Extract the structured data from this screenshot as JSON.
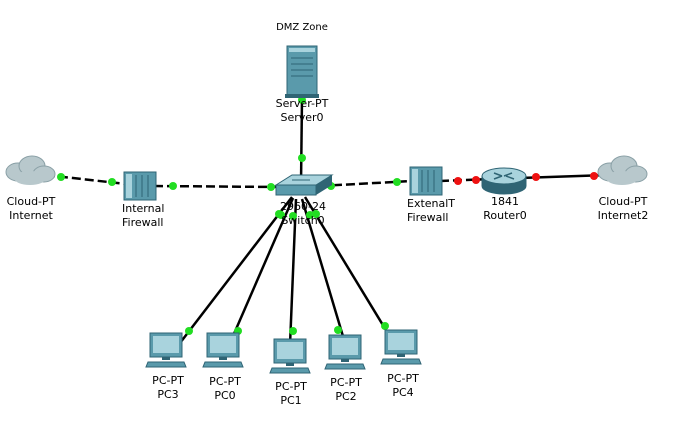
{
  "zone_label": "DMZ Zone",
  "devices": {
    "server": {
      "model": "Server-PT",
      "name": "Server0"
    },
    "cloud_left": {
      "model": "Cloud-PT",
      "name": "Internet"
    },
    "internal_firewall": {
      "model": "Internal",
      "name": "Firewall"
    },
    "switch": {
      "model": "2960-24",
      "name": "Switch0"
    },
    "external_firewall": {
      "model": "ExtenalT",
      "name": "Firewall"
    },
    "router": {
      "model": "1841",
      "name": "Router0"
    },
    "cloud_right": {
      "model": "Cloud-PT",
      "name": "Internet2"
    },
    "pc3": {
      "model": "PC-PT",
      "name": "PC3"
    },
    "pc0": {
      "model": "PC-PT",
      "name": "PC0"
    },
    "pc1": {
      "model": "PC-PT",
      "name": "PC1"
    },
    "pc2": {
      "model": "PC-PT",
      "name": "PC2"
    },
    "pc4": {
      "model": "PC-PT",
      "name": "PC4"
    }
  },
  "links": [
    {
      "from": "switch",
      "to": "server",
      "style": "solid",
      "status": [
        "up",
        "up"
      ]
    },
    {
      "from": "cloud_left",
      "to": "internal_firewall",
      "style": "dashed",
      "status": [
        "up",
        "up"
      ]
    },
    {
      "from": "internal_firewall",
      "to": "switch",
      "style": "dashed",
      "status": [
        "up",
        "up"
      ]
    },
    {
      "from": "switch",
      "to": "external_firewall",
      "style": "dashed",
      "status": [
        "up",
        "up"
      ]
    },
    {
      "from": "external_firewall",
      "to": "router",
      "style": "dashed",
      "status": [
        "down",
        "down"
      ]
    },
    {
      "from": "router",
      "to": "cloud_right",
      "style": "solid",
      "status": [
        "down",
        "down"
      ]
    },
    {
      "from": "switch",
      "to": "pc3",
      "style": "solid",
      "status": [
        "up",
        "up"
      ]
    },
    {
      "from": "switch",
      "to": "pc0",
      "style": "solid",
      "status": [
        "up",
        "up"
      ]
    },
    {
      "from": "switch",
      "to": "pc1",
      "style": "solid",
      "status": [
        "up",
        "up"
      ]
    },
    {
      "from": "switch",
      "to": "pc2",
      "style": "solid",
      "status": [
        "up",
        "up"
      ]
    },
    {
      "from": "switch",
      "to": "pc4",
      "style": "solid",
      "status": [
        "up",
        "up"
      ]
    }
  ],
  "colors": {
    "link": "#000000",
    "status_up": "#22dd22",
    "status_down": "#ee1111",
    "device_body": "#5a9aab",
    "device_dark": "#2f6474",
    "device_light": "#a9d3dd",
    "cloud": "#b8c8cc"
  }
}
